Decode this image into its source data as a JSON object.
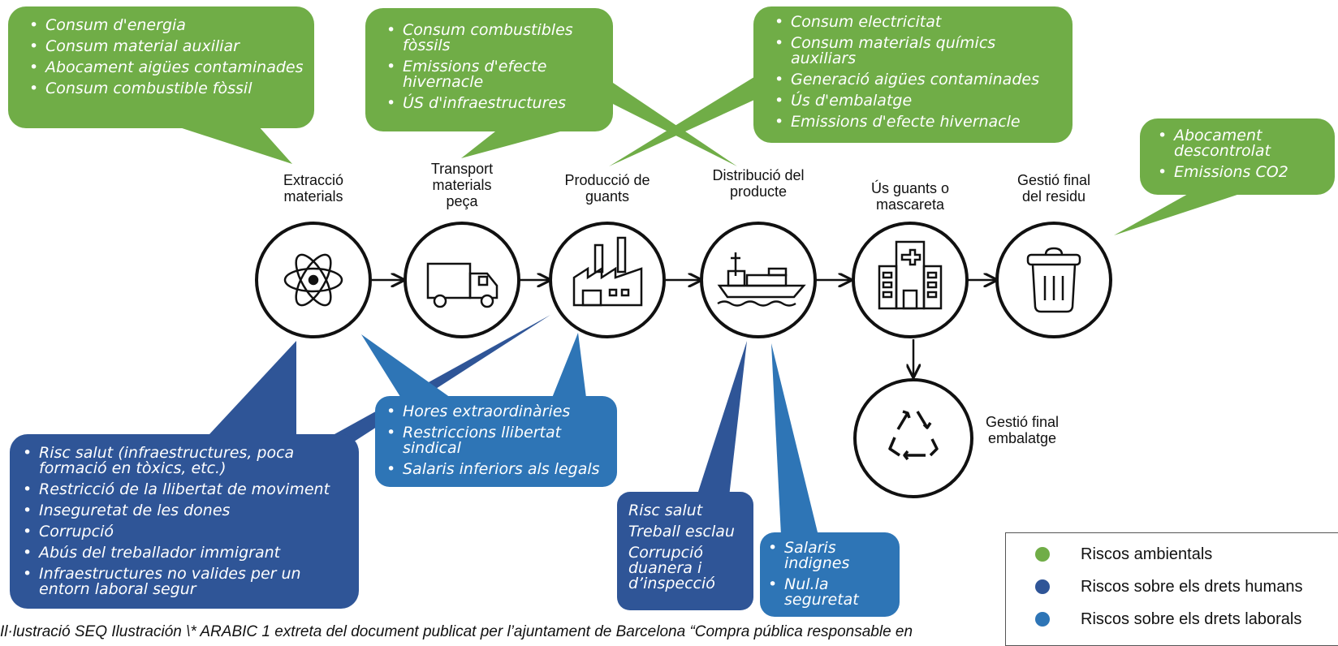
{
  "stages": [
    {
      "id": "extraccio",
      "label": "Extracció\nmaterials",
      "icon": "atom-icon"
    },
    {
      "id": "transport",
      "label": "Transport\nmaterials\npeça",
      "icon": "truck-icon"
    },
    {
      "id": "produccio",
      "label": "Producció de\nguants",
      "icon": "factory-icon"
    },
    {
      "id": "distribucio",
      "label": "Distribució del\nproducte",
      "icon": "cargo-ship-icon"
    },
    {
      "id": "us",
      "label": "Ús guants o\nmascareta",
      "icon": "hospital-icon"
    },
    {
      "id": "gestio_residu",
      "label": "Gestió final\ndel residu",
      "icon": "trash-bin-icon"
    },
    {
      "id": "gestio_embalatge",
      "label": "Gestió final\nembalatge",
      "icon": "recycle-icon"
    }
  ],
  "callouts": {
    "extraccio_env": [
      "Consum d'energia",
      "Consum material auxiliar",
      "Abocament aigües contaminades",
      "Consum combustible fòssil"
    ],
    "transport_env": [
      "Consum combustibles fòssils",
      "Emissions d'efecte hivernacle",
      "ÚS d'infraestructures"
    ],
    "produccio_env": [
      "Consum electricitat",
      "Consum materials químics auxiliars",
      "Generació aigües contaminades",
      "Ús d'embalatge",
      "Emissions d'efecte hivernacle"
    ],
    "residu_env": [
      "Abocament descontrolat",
      "Emissions CO2"
    ],
    "extraccio_hr": [
      "Risc salut (infraestructures, poca formació en tòxics, etc.)",
      "Restricció de la llibertat de moviment",
      "Inseguretat de les dones",
      "Corrupció",
      "Abús del treballador immigrant",
      "Infraestructures no valides per un entorn laboral segur"
    ],
    "produccio_lab": [
      "Hores extraordinàries",
      "Restriccions llibertat sindical",
      "Salaris inferiors als legals"
    ],
    "distribucio_hr": [
      "Risc salut",
      "Treball esclau",
      "Corrupció duanera i d’inspecció"
    ],
    "distribucio_lab": [
      "Salaris indignes",
      "Nul.la seguretat"
    ]
  },
  "legend": [
    {
      "label": "Riscos ambientals",
      "color": "#70ad47"
    },
    {
      "label": "Riscos sobre els drets humans",
      "color": "#2f5597"
    },
    {
      "label": "Riscos sobre els drets laborals",
      "color": "#2e75b6"
    }
  ],
  "caption": "Il·lustració SEQ Ilustración \\* ARABIC 1 extreta del document publicat per l’ajuntament de Barcelona “Compra pública responsable en"
}
